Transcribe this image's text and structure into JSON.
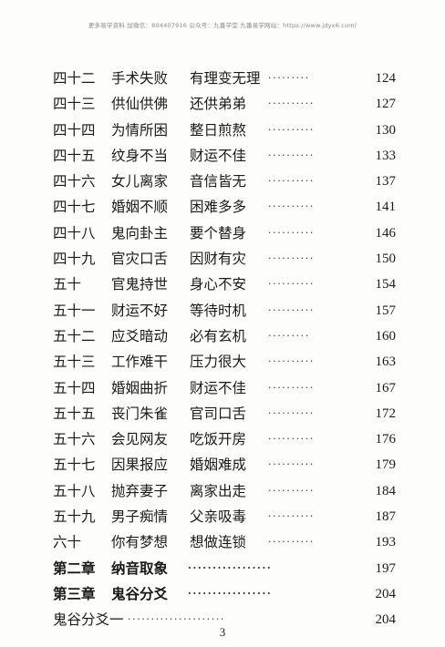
{
  "watermark": "更多易学资料 加微信：804407916 公众号：九番学堂 九番易学网站：https://www.jdyx6.com/",
  "toc": [
    {
      "num": "四十二",
      "title": "手术失败",
      "subtitle": "有理变无理",
      "dots": "·········",
      "page": "124"
    },
    {
      "num": "四十三",
      "title": "供仙供佛",
      "subtitle": "还供弟弟",
      "dots": "··········",
      "page": "127"
    },
    {
      "num": "四十四",
      "title": "为情所困",
      "subtitle": "整日煎熬",
      "dots": "··········",
      "page": "130"
    },
    {
      "num": "四十五",
      "title": "纹身不当",
      "subtitle": "财运不佳",
      "dots": "··········",
      "page": "133"
    },
    {
      "num": "四十六",
      "title": "女儿离家",
      "subtitle": "音信皆无",
      "dots": "··········",
      "page": "137"
    },
    {
      "num": "四十七",
      "title": "婚姻不顺",
      "subtitle": "困难多多",
      "dots": "··········",
      "page": "141"
    },
    {
      "num": "四十八",
      "title": "鬼向卦主",
      "subtitle": "要个替身",
      "dots": "··········",
      "page": "146"
    },
    {
      "num": "四十九",
      "title": "官灾口舌",
      "subtitle": "因财有灾",
      "dots": "··········",
      "page": "150"
    },
    {
      "num": "五十",
      "title": "官鬼持世",
      "subtitle": "身心不安",
      "dots": "··········",
      "page": "154"
    },
    {
      "num": "五十一",
      "title": "财运不好",
      "subtitle": "等待时机",
      "dots": "··········",
      "page": "157"
    },
    {
      "num": "五十二",
      "title": "应爻暗动",
      "subtitle": "必有玄机",
      "dots": "·········",
      "page": "160"
    },
    {
      "num": "五十三",
      "title": "工作难干",
      "subtitle": "压力很大",
      "dots": "··········",
      "page": "163"
    },
    {
      "num": "五十四",
      "title": "婚姻曲折",
      "subtitle": "财运不佳",
      "dots": "··········",
      "page": "167"
    },
    {
      "num": "五十五",
      "title": "丧门朱雀",
      "subtitle": "官司口舌",
      "dots": "··········",
      "page": "172"
    },
    {
      "num": "五十六",
      "title": "会见网友",
      "subtitle": "吃饭开房",
      "dots": "··········",
      "page": "176"
    },
    {
      "num": "五十七",
      "title": "因果报应",
      "subtitle": "婚姻难成",
      "dots": "··········",
      "page": "179"
    },
    {
      "num": "五十八",
      "title": "抛弃妻子",
      "subtitle": "离家出走",
      "dots": "··········",
      "page": "184"
    },
    {
      "num": "五十九",
      "title": "男子痴情",
      "subtitle": "父亲吸毒",
      "dots": "··········",
      "page": "187"
    },
    {
      "num": "六十",
      "title": "你有梦想",
      "subtitle": "想做连锁",
      "dots": "··········",
      "page": "193"
    },
    {
      "num": "第二章",
      "title": "纳音取象",
      "subtitle": "",
      "dots": "·················",
      "page": "197"
    },
    {
      "num": "第三章",
      "title": "鬼谷分爻",
      "subtitle": "",
      "dots": "·················",
      "page": "204"
    },
    {
      "num": "鬼谷分爻一",
      "title": "",
      "subtitle": "",
      "dots": "·····················",
      "page": "204"
    }
  ],
  "page_number": "3"
}
